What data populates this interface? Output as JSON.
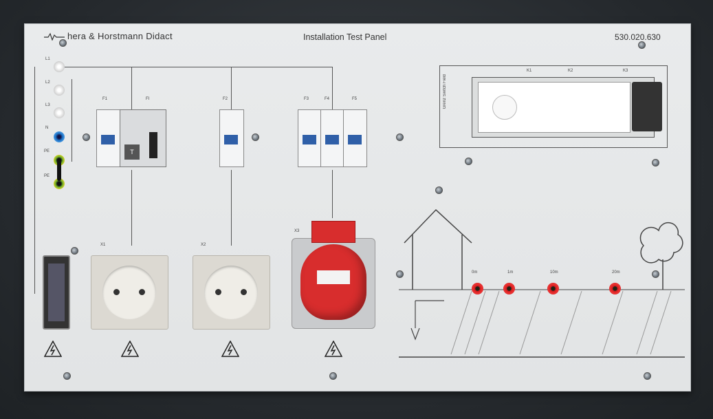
{
  "header": {
    "brand": "hera & Horstmann Didact",
    "title": "Installation Test Panel",
    "model": "530.020.630"
  },
  "terminals": {
    "l1": "L1",
    "l2": "L2",
    "l3": "L3",
    "n": "N",
    "pe1": "PE",
    "pe2": "PE"
  },
  "breakers": {
    "f1a": "F1",
    "f1b": "FI",
    "f2": "F2",
    "f3": "F3",
    "f4": "F4",
    "f5": "F5",
    "rcd_test": "T"
  },
  "outlets": {
    "x1": "X1",
    "x2": "X2",
    "x3": "X3"
  },
  "switch_field": {
    "side_label": "Grenz Switch Field",
    "k1": "K1",
    "k2": "K2",
    "k3": "K3"
  },
  "earth": {
    "d0": "0m",
    "d1": "1m",
    "d2": "10m",
    "d3": "20m"
  },
  "colors": {
    "panel": "#e6e8e9",
    "red_socket": "#d52222",
    "blue_socket": "#1e74c8",
    "green_yellow": "#6fae2a"
  }
}
